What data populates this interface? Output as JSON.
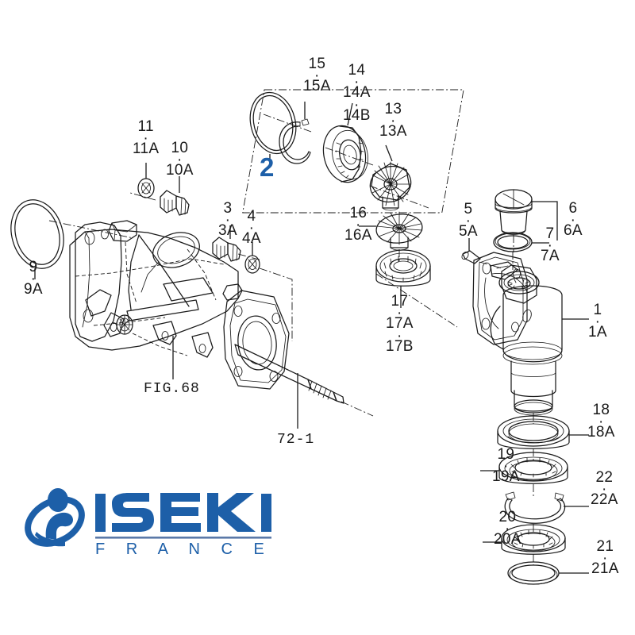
{
  "document": {
    "kind": "exploded parts diagram",
    "background_color": "#ffffff",
    "line_color": "#1a1a1a",
    "accent_color": "#1d5fa8"
  },
  "brand": {
    "name": "ISEKI",
    "subtitle": "F R A N C E",
    "logo_icon": "iseki-person-leaf-logo",
    "color": "#1d5fa8",
    "rule_color": "#5b79a8"
  },
  "group_marker": {
    "label": "2",
    "color": "#1d5fa8"
  },
  "references": [
    {
      "id": "ref-fig68",
      "label": "FIG.68"
    },
    {
      "id": "ref-72-1",
      "label": "72-1"
    }
  ],
  "callouts": [
    {
      "id": "c-11",
      "num": "11",
      "sub": "11A",
      "sub2": ""
    },
    {
      "id": "c-10",
      "num": "10",
      "sub": "10A",
      "sub2": ""
    },
    {
      "id": "c-9",
      "num": "9",
      "sub": "9A",
      "sub2": ""
    },
    {
      "id": "c-3",
      "num": "3",
      "sub": "3A",
      "sub2": ""
    },
    {
      "id": "c-4",
      "num": "4",
      "sub": "4A",
      "sub2": ""
    },
    {
      "id": "c-15",
      "num": "15",
      "sub": "15A",
      "sub2": ""
    },
    {
      "id": "c-14",
      "num": "14",
      "sub": "14A",
      "sub2": "14B"
    },
    {
      "id": "c-13",
      "num": "13",
      "sub": "13A",
      "sub2": ""
    },
    {
      "id": "c-16",
      "num": "16",
      "sub": "16A",
      "sub2": ""
    },
    {
      "id": "c-17",
      "num": "17",
      "sub": "17A",
      "sub2": "17B"
    },
    {
      "id": "c-5",
      "num": "5",
      "sub": "5A",
      "sub2": ""
    },
    {
      "id": "c-6",
      "num": "6",
      "sub": "6A",
      "sub2": ""
    },
    {
      "id": "c-7",
      "num": "7",
      "sub": "7A",
      "sub2": ""
    },
    {
      "id": "c-1",
      "num": "1",
      "sub": "1A",
      "sub2": ""
    },
    {
      "id": "c-18",
      "num": "18",
      "sub": "18A",
      "sub2": ""
    },
    {
      "id": "c-19",
      "num": "19",
      "sub": "19A",
      "sub2": ""
    },
    {
      "id": "c-22",
      "num": "22",
      "sub": "22A",
      "sub2": ""
    },
    {
      "id": "c-20",
      "num": "20",
      "sub": "20A",
      "sub2": ""
    },
    {
      "id": "c-21",
      "num": "21",
      "sub": "21A",
      "sub2": ""
    }
  ],
  "parts": [
    {
      "id": "p-9",
      "name": "o-ring-large-left",
      "callout": "9 / 9A"
    },
    {
      "id": "p-11",
      "name": "washer-11",
      "callout": "11 / 11A"
    },
    {
      "id": "p-10",
      "name": "bolt-10",
      "callout": "10 / 10A"
    },
    {
      "id": "p-3",
      "name": "bolt-3",
      "callout": "3 / 3A"
    },
    {
      "id": "p-4",
      "name": "washer-4",
      "callout": "4 / 4A"
    },
    {
      "id": "p-15",
      "name": "o-ring-15",
      "callout": "15 / 15A"
    },
    {
      "id": "p-15s",
      "name": "snap-ring-15a",
      "callout": "15A"
    },
    {
      "id": "p-14",
      "name": "ball-bearing-14",
      "callout": "14 / 14A / 14B"
    },
    {
      "id": "p-13",
      "name": "bevel-gear-13",
      "callout": "13 / 13A"
    },
    {
      "id": "p-16",
      "name": "bevel-pinion-16",
      "callout": "16 / 16A"
    },
    {
      "id": "p-17",
      "name": "ball-bearing-17",
      "callout": "17 / 17A / 17B"
    },
    {
      "id": "p-5",
      "name": "dowel-pin-5",
      "callout": "5 / 5A"
    },
    {
      "id": "p-6",
      "name": "filler-cap-6",
      "callout": "6 / 6A"
    },
    {
      "id": "p-7",
      "name": "gasket-ring-7",
      "callout": "7 / 7A"
    },
    {
      "id": "p-1",
      "name": "steering-gear-housing-1",
      "callout": "1 / 1A"
    },
    {
      "id": "p-18",
      "name": "seal-ring-18",
      "callout": "18 / 18A"
    },
    {
      "id": "p-19",
      "name": "bearing-ring-19",
      "callout": "19 / 19A"
    },
    {
      "id": "p-22",
      "name": "snap-ring-22",
      "callout": "22 / 22A"
    },
    {
      "id": "p-20",
      "name": "bearing-ring-20",
      "callout": "20 / 20A"
    },
    {
      "id": "p-21",
      "name": "o-ring-21",
      "callout": "21 / 21A"
    },
    {
      "id": "p-housing-left",
      "name": "transmission-case-assembly",
      "callout": "FIG.68"
    },
    {
      "id": "p-shaft",
      "name": "drive-shaft-72-1",
      "callout": "72-1"
    }
  ]
}
